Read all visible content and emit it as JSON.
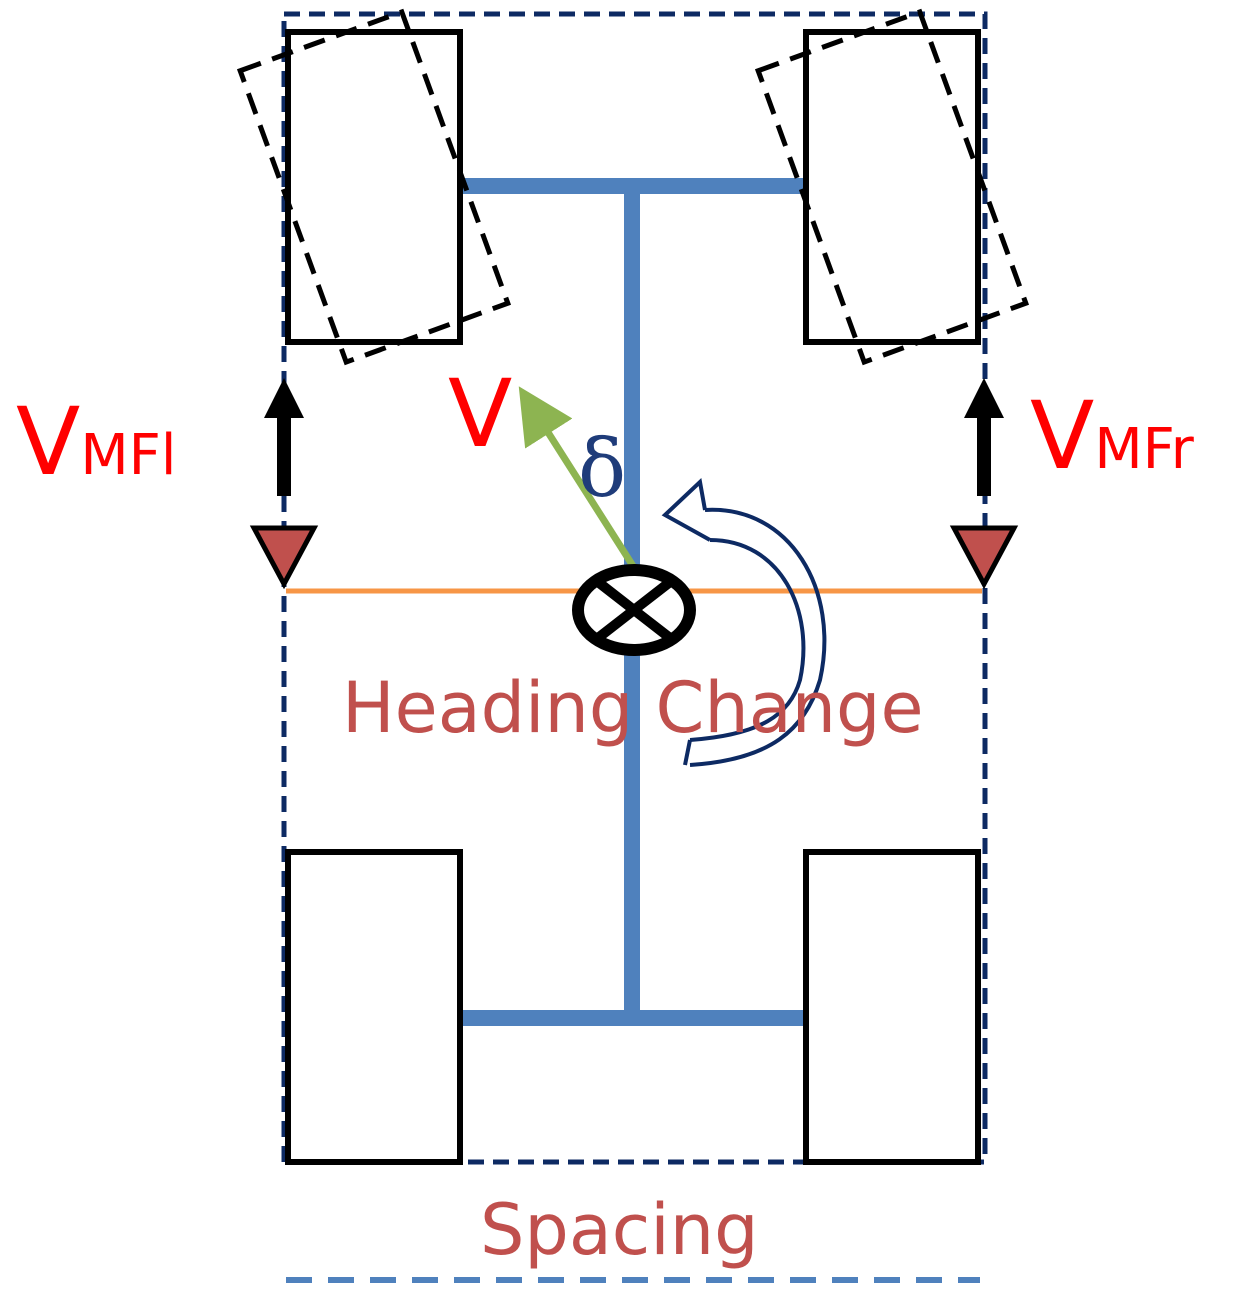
{
  "labels": {
    "left_velocity_main": "V",
    "left_velocity_sub": "MFl",
    "right_velocity_main": "V",
    "right_velocity_sub": "MFr",
    "velocity": "V",
    "steering_angle": "δ",
    "heading_change": "Heading Change",
    "spacing": "Spacing"
  },
  "colors": {
    "outline_dashed": "#0d2a63",
    "chassis": "#4f81bd",
    "wheel": "#000000",
    "velocity_arrow": "#8db451",
    "axle_line": "#f79646",
    "marker": "#c0504d",
    "red_text": "#ff0000",
    "caption_text": "#c0504d",
    "delta_text": "#1f3c7a"
  },
  "icons": {
    "center_of_mass": "center-of-mass-icon",
    "heading_change": "curved-arrow-icon"
  }
}
